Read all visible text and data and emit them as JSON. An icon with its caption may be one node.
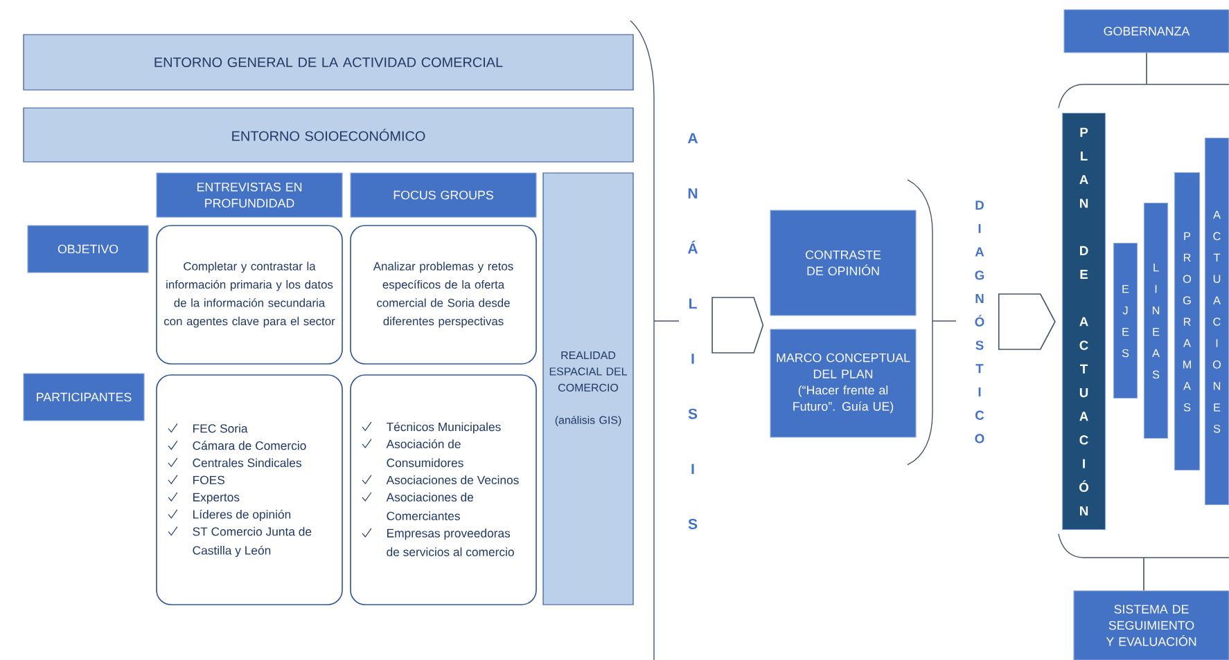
{
  "diagram": {
    "nodes": [
      {
        "text": [
          "ENTORNO GENERAL DE LA ACTIVIDAD COMERCIAL"
        ]
      },
      {
        "text": [
          "ENTORNO SOIOECONÓMICO"
        ]
      },
      {
        "text": [
          "ENTREVISTAS EN PROFUNDIDAD"
        ]
      },
      {
        "text": [
          "FOCUS GROUPS"
        ]
      },
      {
        "text": [
          "REALIDAD ESPACIAL DEL COMERCIO",
          "(análisis GIS)"
        ]
      },
      {
        "text": [
          "OBJETIVO"
        ]
      },
      {
        "text": [
          "Completar y contrastar la información primaria y los datos de la información secundaria con agentes clave para el sector"
        ]
      },
      {
        "text": [
          "Analizar problemas y retos específicos de la oferta comercial de Soria desde diferentes perspectivas"
        ]
      },
      {
        "text": [
          "PARTICIPANTES"
        ]
      },
      {
        "text": [
          "FEC Soria",
          "Cámara de Comercio",
          "Centrales Sindicales",
          "FOES",
          "Expertos",
          "Líderes de opinión",
          "ST Comercio Junta de Castilla y León"
        ]
      },
      {
        "text": [
          "Técnicos Municipales",
          "Asociación de Consumidores",
          "Asociaciones de Vecinos",
          "Asociaciones de Comerciantes",
          "Empresas proveedoras de servicios al comercio"
        ]
      },
      {
        "text": [
          "ANÁLISIS"
        ]
      },
      {
        "text": [
          "CONTRASTE DE OPINIÓN"
        ]
      },
      {
        "text": [
          "MARCO CONCEPTUAL DEL PLAN",
          "(“Hacer frente al Futuro”. Guía UE)"
        ]
      },
      {
        "text": [
          "DIAGNÓSTICO"
        ]
      },
      {
        "text": [
          "GOBERNANZA"
        ]
      },
      {
        "text": [
          "PLAN DE ACTUACIÓN"
        ],
        "in": 22
      },
      {
        "text": [
          "EJES"
        ],
        "in": 22
      },
      {
        "text": [
          "LINEAS"
        ],
        "in": 22
      },
      {
        "text": [
          "PROGRAMAS"
        ],
        "in": 22
      },
      {
        "text": [
          "ACTUACIONES"
        ],
        "in": 22
      },
      {
        "text": [
          "SISTEMA DE SEGUIMIENTO Y EVALUACIÓN"
        ]
      },
      {
        "text": [],
        "shape": "bracket"
      }
    ],
    "edges": [
      {
        "from": 11,
        "to": 12,
        "arrow": "to"
      },
      {
        "from": 14,
        "to": 16,
        "arrow": "to"
      },
      {
        "from": 15,
        "to": 22,
        "arrow": "none"
      },
      {
        "from": 22,
        "to": 21,
        "arrow": "none"
      }
    ]
  }
}
